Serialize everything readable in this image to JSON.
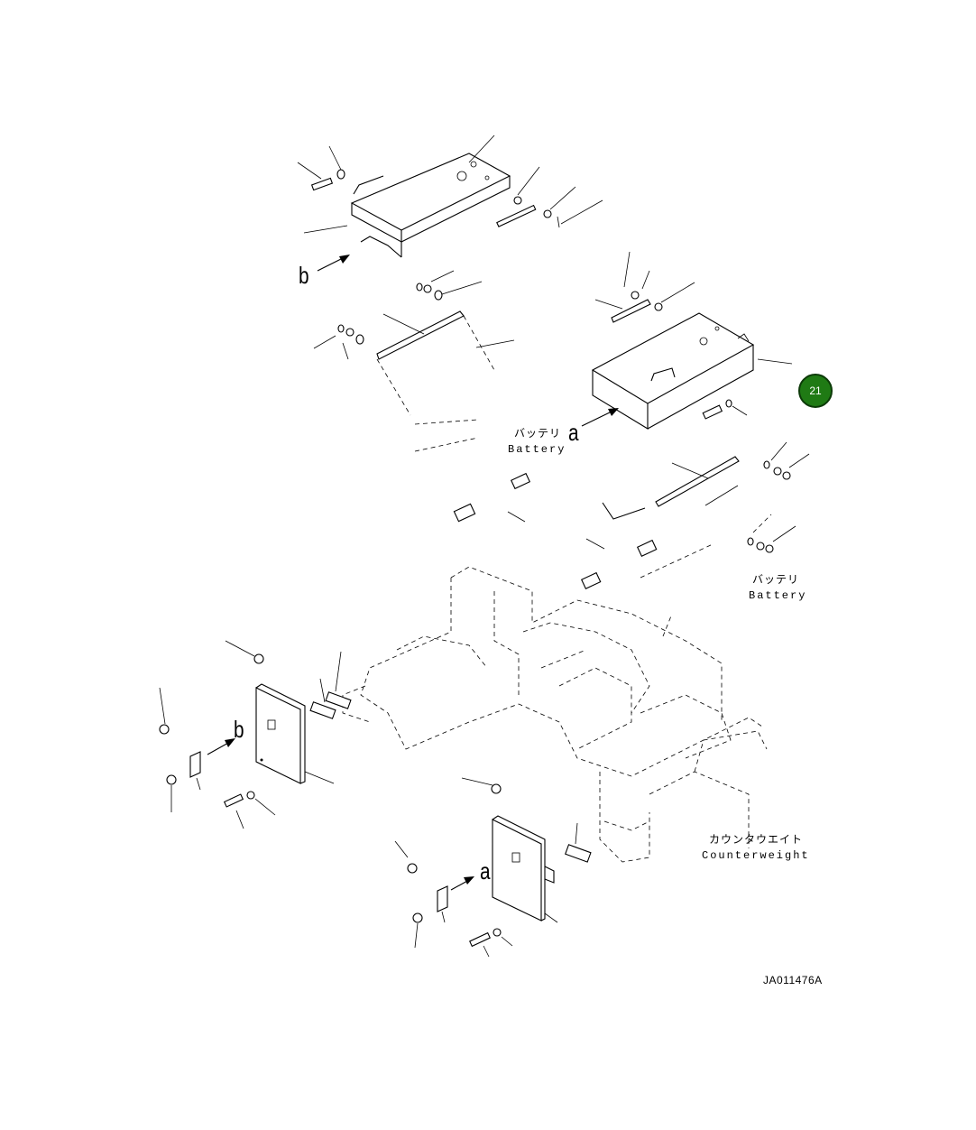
{
  "labels": {
    "view_b_top": "b",
    "view_a_mid": "a",
    "view_b_left": "b",
    "view_a_bottom": "a",
    "battery_jp_1": "バッテリ",
    "battery_en_1": "Battery",
    "battery_jp_2": "バッテリ",
    "battery_en_2": "Battery",
    "counterweight_jp": "カウンタウエイト",
    "counterweight_en": "Counterweight",
    "drawing_code": "JA011476A"
  },
  "callout": {
    "number": "21",
    "color": "#1f7a14"
  }
}
